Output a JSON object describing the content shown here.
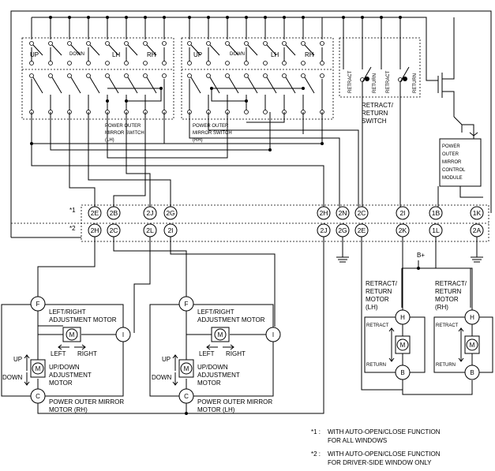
{
  "switch_lh": {
    "labels": [
      "UP",
      "DOWN",
      "LH",
      "RH"
    ],
    "name": [
      "POWER OUTER",
      "MIRROR SWITCH",
      "(LH)"
    ]
  },
  "switch_rh": {
    "labels": [
      "UP",
      "DOWN",
      "LH",
      "RH"
    ],
    "name": [
      "POWER OUTER",
      "MIRROR SWITCH",
      "(RH)"
    ]
  },
  "retract_switch": {
    "retract": "RETRACT",
    "return": "RETURN",
    "name": [
      "RETRACT/",
      "RETURN",
      "SWITCH"
    ]
  },
  "control_module": {
    "name": [
      "POWER",
      "OUTER",
      "MIRROR",
      "CONTROL",
      "MODULE"
    ]
  },
  "connector_rows": {
    "row1_marker": "*1",
    "row2_marker": "*2",
    "row1": [
      "2E",
      "2B",
      "2J",
      "2G",
      "2H",
      "2N",
      "2C",
      "2I",
      "1B",
      "1K"
    ],
    "row2": [
      "2H",
      "2C",
      "2L",
      "2I",
      "2J",
      "2G",
      "2E",
      "2K",
      "1L",
      "2A"
    ]
  },
  "bplus": "B+",
  "mirror_motor_rh": {
    "terminals": [
      "F",
      "I",
      "C"
    ],
    "lr_label": [
      "LEFT/RIGHT",
      "ADJUSTMENT MOTOR"
    ],
    "left": "LEFT",
    "right": "RIGHT",
    "up": "UP",
    "down": "DOWN",
    "ud_label": [
      "UP/DOWN",
      "ADJUSTMENT",
      "MOTOR"
    ],
    "motor_symbol": "M",
    "name": [
      "POWER OUTER MIRROR",
      "MOTOR (RH)"
    ]
  },
  "mirror_motor_lh": {
    "terminals": [
      "F",
      "I",
      "C"
    ],
    "lr_label": [
      "LEFT/RIGHT",
      "ADJUSTMENT MOTOR"
    ],
    "left": "LEFT",
    "right": "RIGHT",
    "up": "UP",
    "down": "DOWN",
    "ud_label": [
      "UP/DOWN",
      "ADJUSTMENT",
      "MOTOR"
    ],
    "motor_symbol": "M",
    "name": [
      "POWER OUTER MIRROR",
      "MOTOR (LH)"
    ]
  },
  "retract_motor_lh": {
    "name": [
      "RETRACT/",
      "RETURN",
      "MOTOR",
      "(LH)"
    ],
    "terminals": [
      "H",
      "B"
    ],
    "retract": "RETRACT",
    "return": "RETURN",
    "motor_symbol": "M"
  },
  "retract_motor_rh": {
    "name": [
      "RETRACT/",
      "RETURN",
      "MOTOR",
      "(RH)"
    ],
    "terminals": [
      "H",
      "B"
    ],
    "retract": "RETRACT",
    "return": "RETURN",
    "motor_symbol": "M"
  },
  "footnotes": [
    {
      "mark": "*1 :",
      "lines": [
        "WITH AUTO-OPEN/CLOSE FUNCTION",
        "FOR ALL WINDOWS"
      ]
    },
    {
      "mark": "*2 :",
      "lines": [
        "WITH AUTO-OPEN/CLOSE FUNCTION",
        "FOR DRIVER-SIDE WINDOW ONLY"
      ]
    }
  ]
}
